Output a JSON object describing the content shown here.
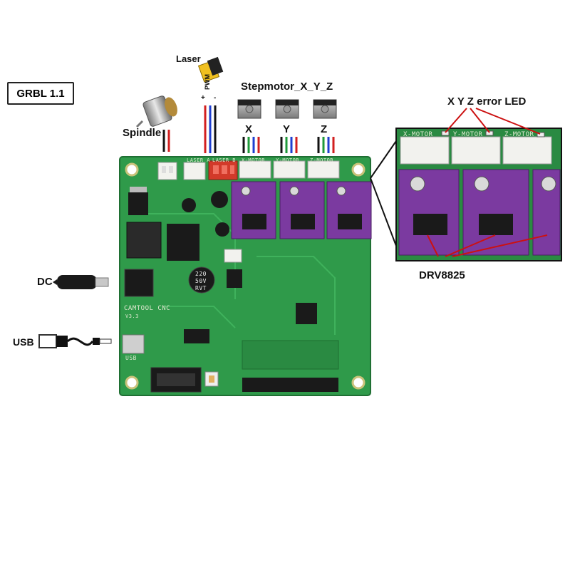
{
  "labels": {
    "grbl": "GRBL 1.1",
    "laser": "Laser",
    "stepmotor": "Stepmotor_X_Y_Z",
    "spindle": "Spindle",
    "pwm": "PWM",
    "plus": "+",
    "minus": "-",
    "x": "X",
    "y": "Y",
    "z": "Z",
    "dc": "DC",
    "usb": "USB",
    "error_led": "X Y Z error LED",
    "drv": "DRV8825"
  },
  "board_silk": {
    "laser_a": "LASER A",
    "laser_b": "LASER B",
    "x_motor": "X-MOTOR",
    "y_motor": "Y-MOTOR",
    "z_motor": "Z-MOTOR",
    "cam_tool": "CAMTOOL CNC",
    "version": "V3.3",
    "usb": "USB",
    "cap_value": "220",
    "cap_volt": "50V",
    "cap_type": "RVT"
  },
  "zoom_silk": {
    "x_motor": "X-MOTOR",
    "y_motor": "Y-MOTOR",
    "z_motor": "Z-MOTOR"
  },
  "colors": {
    "pcb": "#2f9a4a",
    "pcb_dark": "#1f7a36",
    "driver": "#7b3aa0",
    "wire_red": "#d21f1f",
    "wire_black": "#111111",
    "wire_blue": "#1f3fd0",
    "wire_green": "#1f9a3a",
    "annotation_red": "#cc1111"
  }
}
